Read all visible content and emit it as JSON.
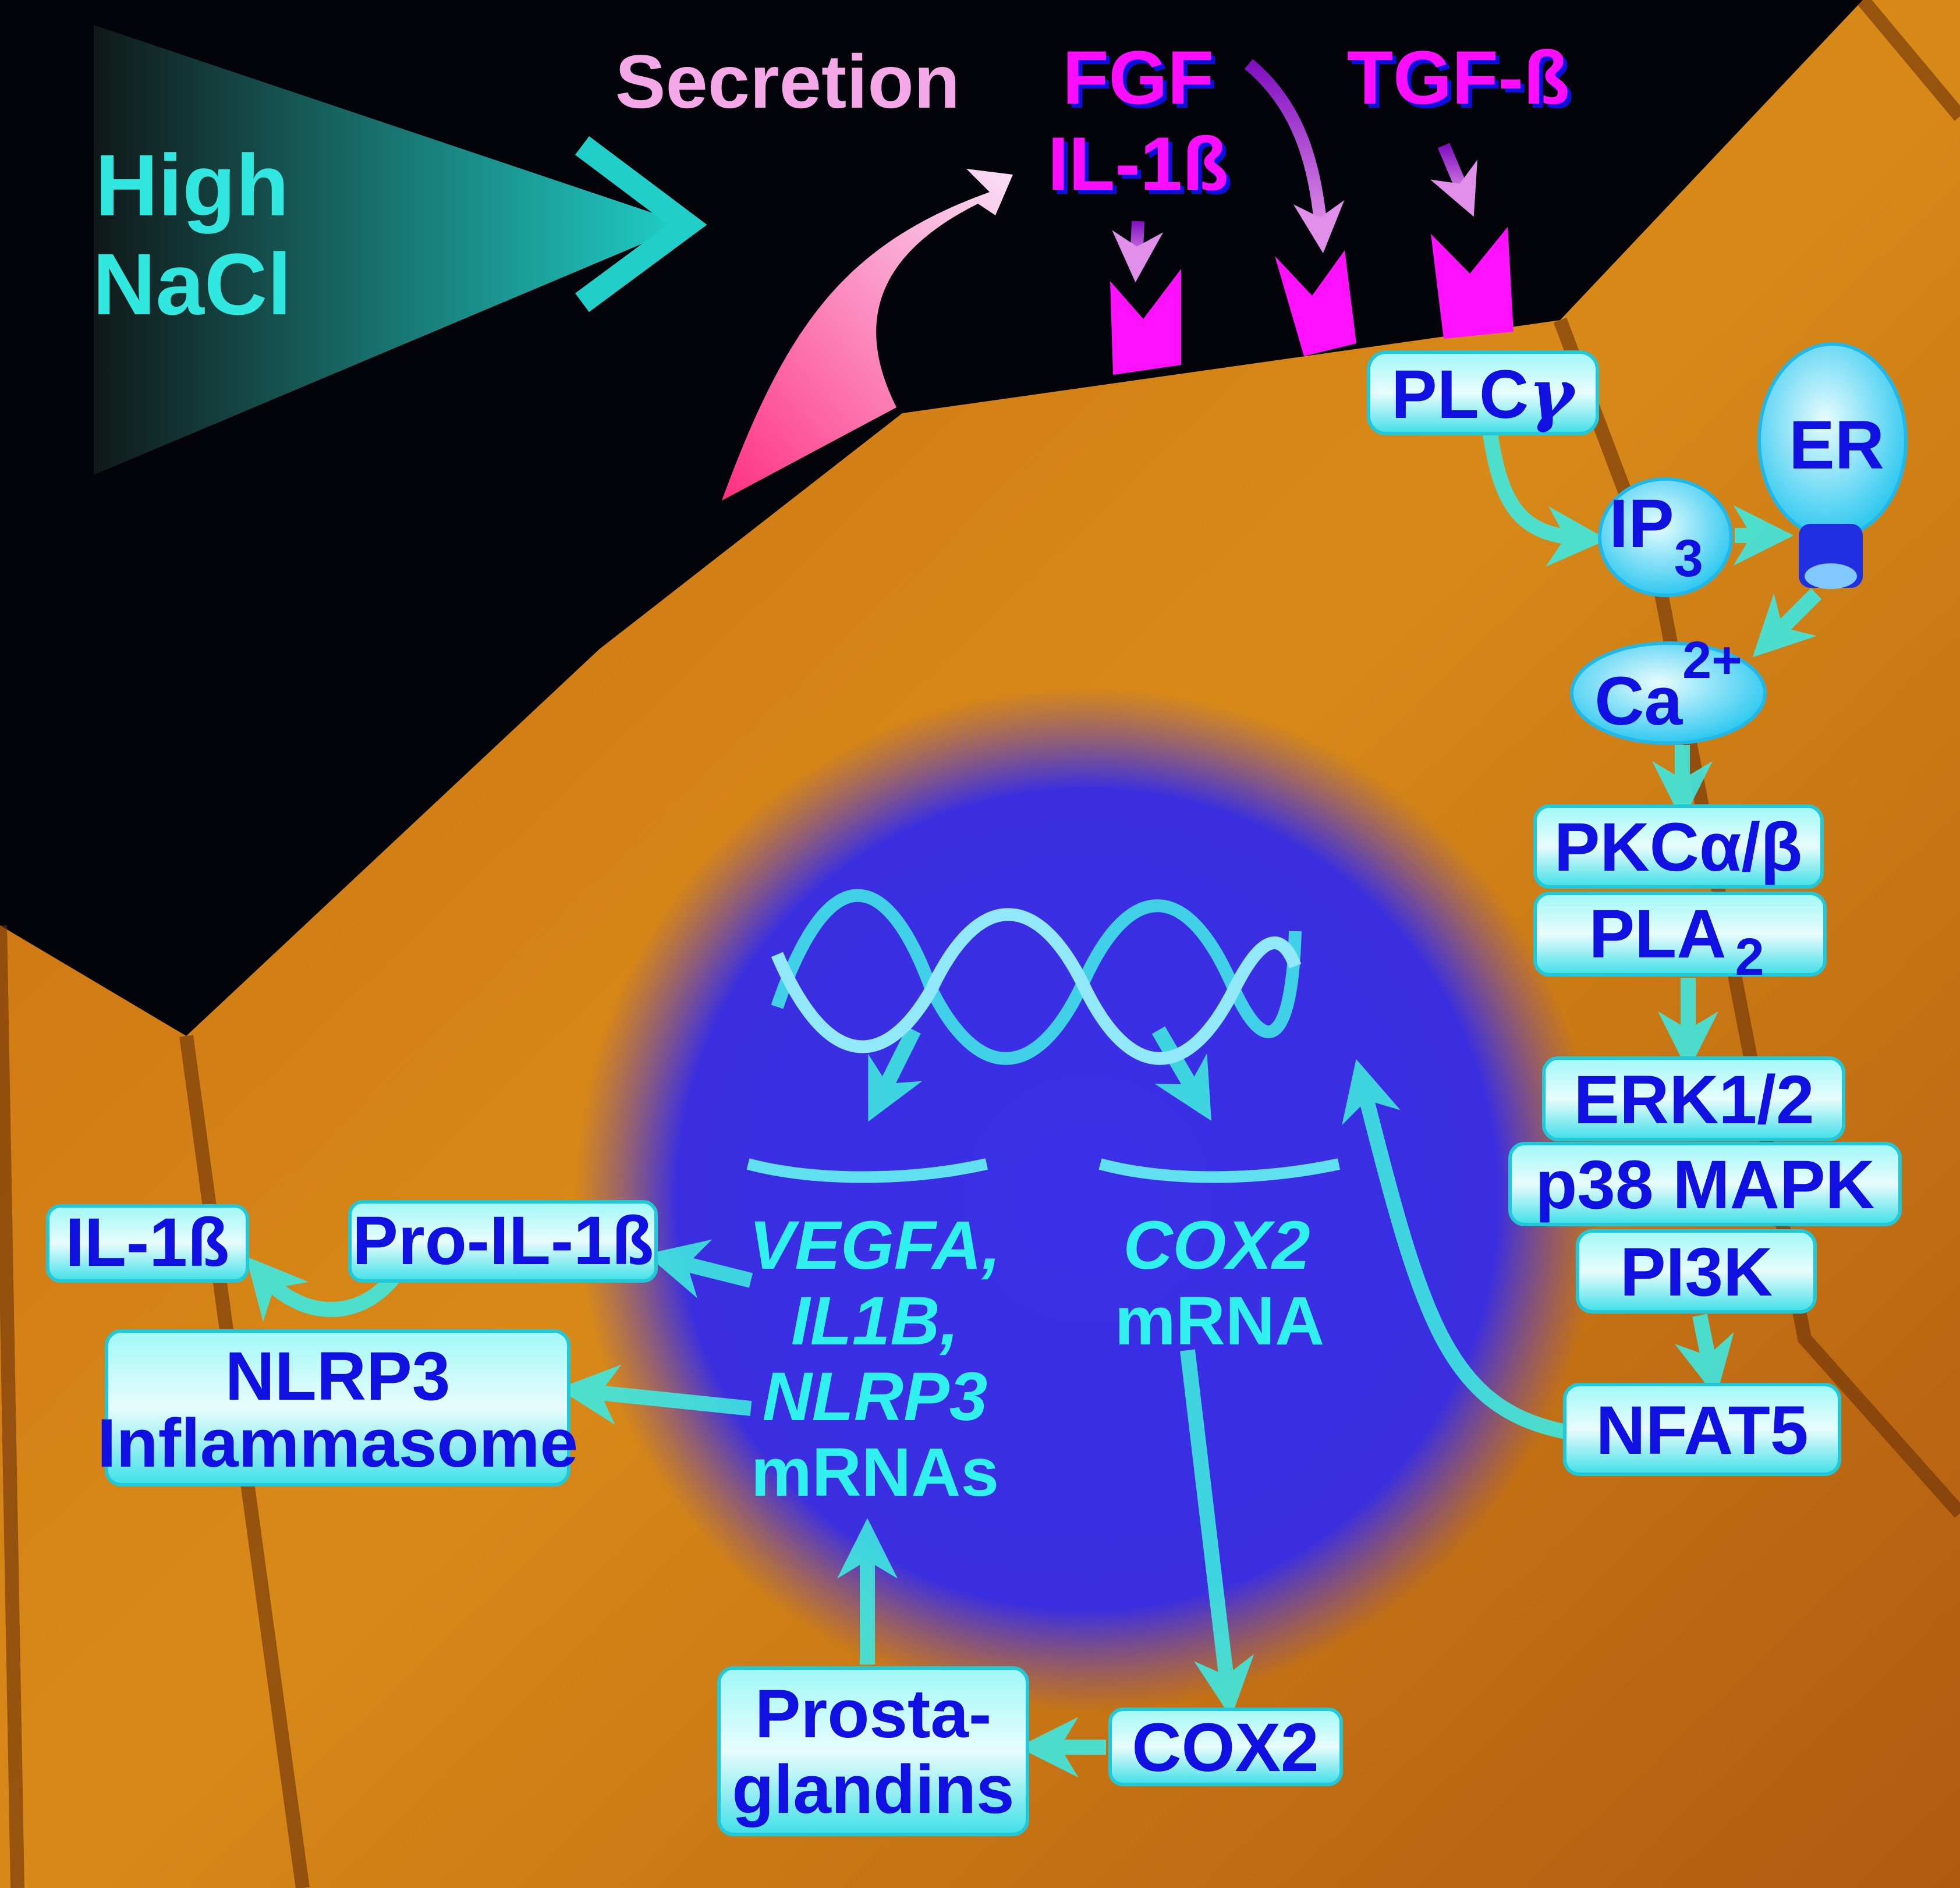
{
  "title_left": {
    "line1": "High",
    "line2": "NaCl"
  },
  "secretion": "Secretion",
  "ligands": {
    "fgf": "FGF",
    "il1b": "IL-1ß",
    "tgfb": "TGF-ß"
  },
  "pathway": {
    "plc": {
      "main": "PLC",
      "greek": "γ"
    },
    "er": "ER",
    "ip3": {
      "main": "IP",
      "sub": "3"
    },
    "ca": {
      "main": "Ca",
      "sup": "2+"
    },
    "pkc": "PKCα/β",
    "pla2": {
      "main": "PLA",
      "sub": "2"
    },
    "erk": "ERK1/2",
    "p38": "p38 MAPK",
    "pi3k": "PI3K",
    "nfat5": "NFAT5"
  },
  "nucleus": {
    "genes_left": {
      "l1": "VEGFA,",
      "l2": "IL1B,",
      "l3": "NLRP3",
      "l4": "mRNAs"
    },
    "genes_right": {
      "l1": "COX2",
      "l2": "mRNA"
    }
  },
  "outputs": {
    "il1b": "IL-1ß",
    "pro_il1b": "Pro-IL-1ß",
    "nlrp3": {
      "l1": "NLRP3",
      "l2": "Inflammasome"
    },
    "cox2": "COX2",
    "prostaglandins": {
      "l1": "Prosta-",
      "l2": "glandins"
    }
  },
  "colors": {
    "cyan": "#30f0f0",
    "magenta": "#ff10ff",
    "box_text": "#1010e0",
    "nucleus": "#3a30e8"
  }
}
